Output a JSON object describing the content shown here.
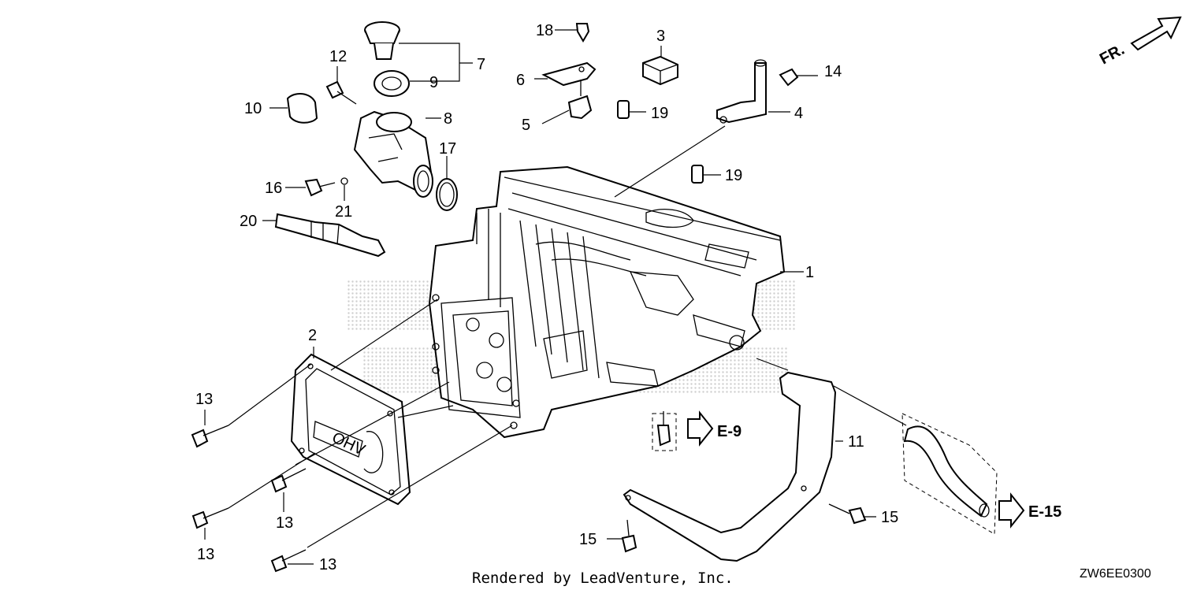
{
  "diagram": {
    "direction_label": "FR.",
    "credit": "Rendered by LeadVenture, Inc.",
    "figure_code": "ZW6EE0300",
    "refs": {
      "e9": "E-9",
      "e15": "E-15"
    },
    "callouts": [
      "1",
      "2",
      "3",
      "4",
      "5",
      "6",
      "7",
      "8",
      "9",
      "10",
      "11",
      "12",
      "13",
      "14",
      "15",
      "16",
      "17",
      "18",
      "19",
      "20",
      "21"
    ]
  },
  "colors": {
    "line": "#000000",
    "background": "#ffffff",
    "watermark": "#cfcfcf"
  }
}
